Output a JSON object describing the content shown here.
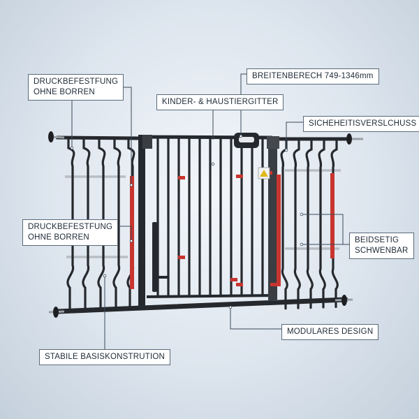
{
  "labels": {
    "druck_top": [
      "DRUCKBEFESTFUNG",
      "OHNE BORREN"
    ],
    "druck_mid": [
      "DRUCKBEFESTFUNG",
      "OHNE BORREN"
    ],
    "breitenbereich": [
      "BREITENBERECH 749-1346mm"
    ],
    "kinder": [
      "KINDER- & HAUSTIERGITTER"
    ],
    "sicherheit": [
      "SICHEHEITISVERSLCHUSS"
    ],
    "beidseitig": [
      "BEIDSETIG",
      "SCHWENBAR"
    ],
    "modular": [
      "MODULARES DESIGN"
    ],
    "basis": [
      "STABILE BASISKONSTRUTION"
    ]
  },
  "colors": {
    "frame": "#25282c",
    "accent": "#c8352f",
    "line": "#3a4a5a"
  }
}
